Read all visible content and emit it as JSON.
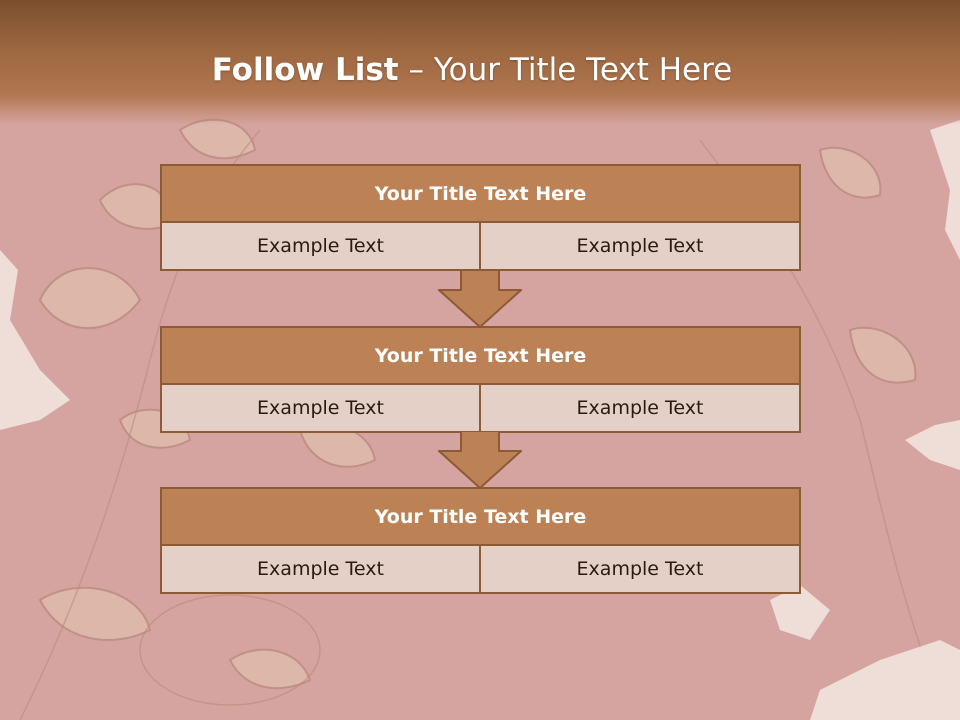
{
  "slide": {
    "title_bold": "Follow List",
    "title_rest": " – Your Title Text Here"
  },
  "steps": [
    {
      "title": "Your Title Text Here",
      "left": "Example Text",
      "right": "Example Text"
    },
    {
      "title": "Your Title Text Here",
      "left": "Example Text",
      "right": "Example Text"
    },
    {
      "title": "Your Title Text Here",
      "left": "Example Text",
      "right": "Example Text"
    }
  ],
  "colors": {
    "background": "#d6a4a0",
    "header": "#9d6740",
    "box_title": "#bc8255",
    "box_cell": "#e4d0c6",
    "border": "#8c5a35"
  }
}
